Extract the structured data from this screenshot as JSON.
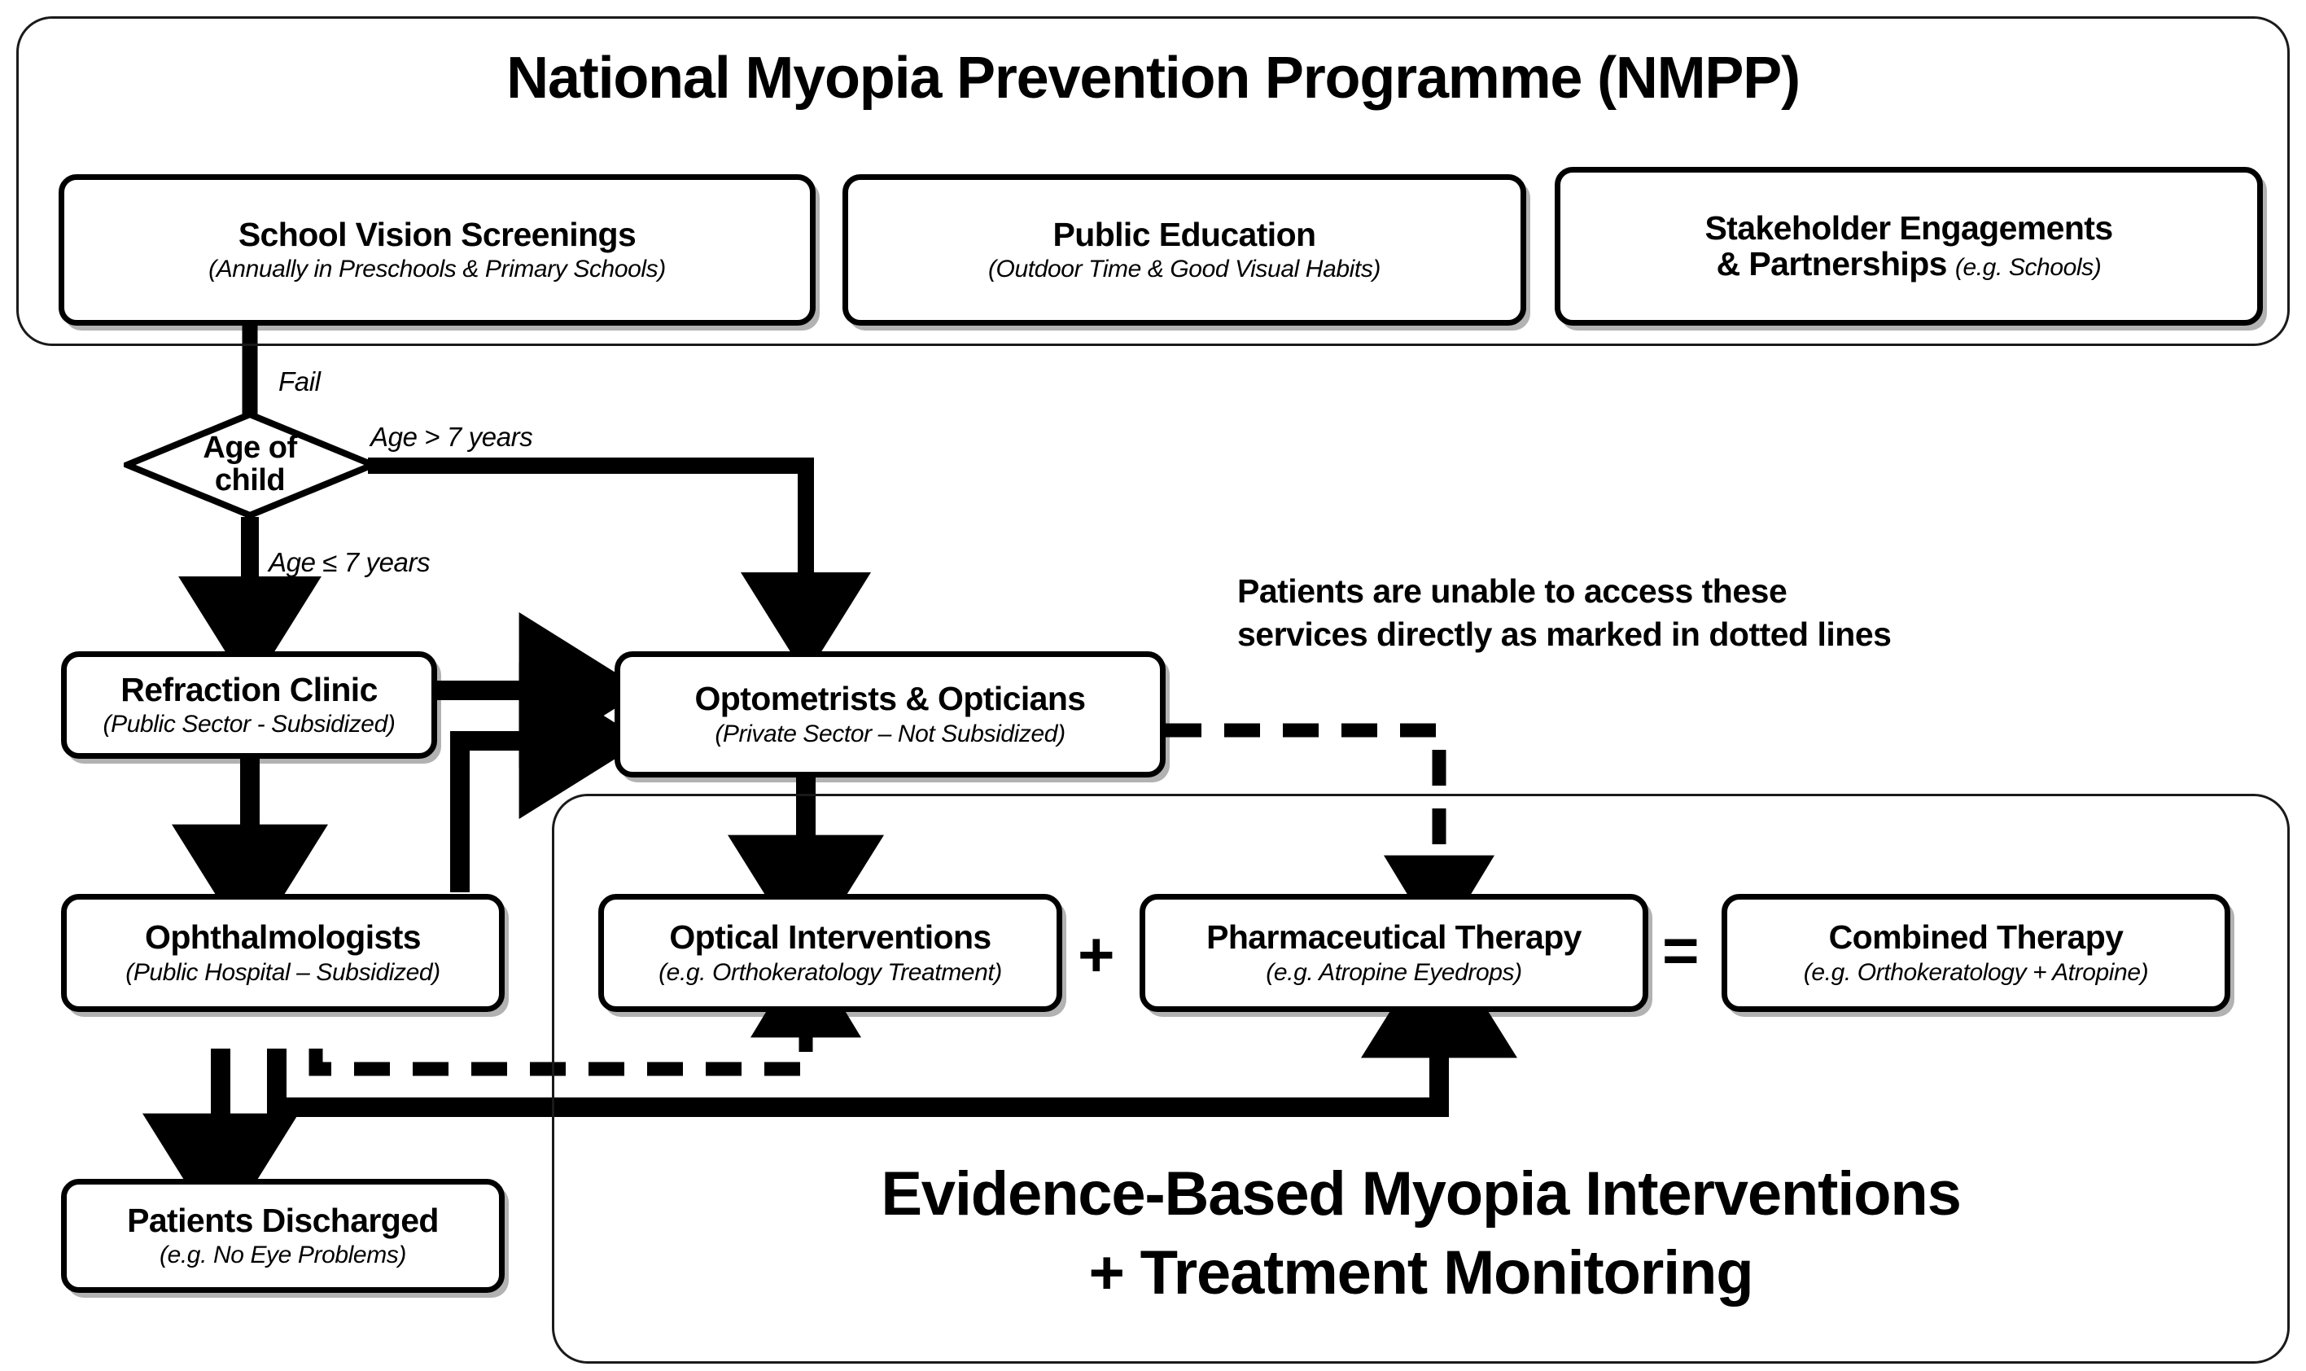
{
  "programme": {
    "title": "National Myopia Prevention Programme (NMPP)",
    "pillars": [
      {
        "title": "School Vision Screenings",
        "subtitle": "(Annually in Preschools & Primary Schools)"
      },
      {
        "title": "Public Education",
        "subtitle": "(Outdoor Time & Good Visual Habits)"
      },
      {
        "title": "Stakeholder Engagements",
        "title_line2": "& Partnerships",
        "subtitle": "(e.g. Schools)"
      }
    ]
  },
  "decision": {
    "fail_label": "Fail",
    "line1": "Age of",
    "line2": "child",
    "branch_right": "Age > 7 years",
    "branch_down": "Age ≤ 7 years"
  },
  "nodes": {
    "refraction_clinic": {
      "title": "Refraction Clinic",
      "subtitle": "(Public Sector - Subsidized)"
    },
    "optometrists": {
      "title": "Optometrists & Opticians",
      "subtitle": "(Private Sector – Not Subsidized)"
    },
    "ophthalmologists": {
      "title": "Ophthalmologists",
      "subtitle": "(Public Hospital – Subsidized)"
    },
    "patients_discharged": {
      "title": "Patients Discharged",
      "subtitle": "(e.g. No Eye Problems)"
    },
    "optical_interventions": {
      "title": "Optical Interventions",
      "subtitle": "(e.g. Orthokeratology Treatment)"
    },
    "pharmaceutical_therapy": {
      "title": "Pharmaceutical Therapy",
      "subtitle": "(e.g. Atropine Eyedrops)"
    },
    "combined_therapy": {
      "title": "Combined Therapy",
      "subtitle": "(e.g. Orthokeratology + Atropine)"
    }
  },
  "operators": {
    "plus": "+",
    "equals": "="
  },
  "note": "Patients are unable to access these\nservices directly as marked in dotted lines",
  "interventions_panel": {
    "line1": "Evidence-Based Myopia Interventions",
    "line2": "+  Treatment Monitoring"
  },
  "colors": {
    "ink": "#000000",
    "frame": "#1a1a1a",
    "paper": "#ffffff"
  }
}
